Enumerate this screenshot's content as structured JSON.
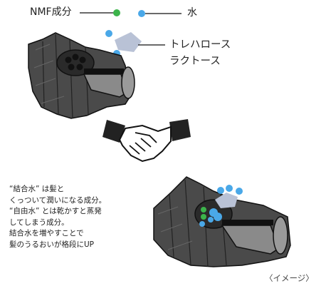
{
  "legend": {
    "nmf_label": "NMF成分",
    "water_label": "水",
    "sugar_line1": "トレハロース",
    "sugar_line2": "ラクトース"
  },
  "description": [
    "“結合水” は髪と",
    "くっついて潤いになる成分。",
    "“自由水” とは乾かすと蒸発",
    "してしまう成分。",
    "結合水を増やすことで",
    "髪のうるおいが格段にUP"
  ],
  "caption": "〈イメージ〉",
  "colors": {
    "nmf": "#3cb44b",
    "water": "#4aa8e8",
    "sugar": "#b9c2d6",
    "hair_dark": "#3a3a3a",
    "hair_core": "#8a8a8a",
    "ink": "#111111"
  }
}
